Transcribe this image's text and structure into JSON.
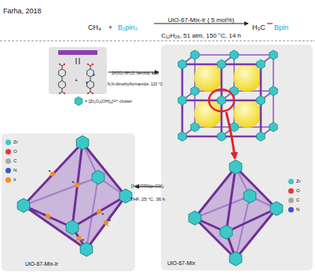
{
  "diagram": {
    "nodes": [
      {
        "text": [
          "UiO-67-Mix"
        ]
      },
      {
        "text": [
          "UiO-67-Mix-Ir"
        ]
      }
    ],
    "edges": [
      {
        "from": 0,
        "to": 1,
        "arrow": "to"
      }
    ],
    "labels": [
      "Farha, 2018",
      "CH₄",
      "+",
      "B₂pin₂",
      "UiO-67-Mix-Ir ( 5 mol%)",
      "C₁₂H₂₆, 51 atm, 150 °C, 14 h",
      "H₃C",
      "Bpin",
      "+",
      "ZrOCl₂·8H₂O, benzoic acid",
      "N,N-dimethylformamide, 120 °C",
      "[Ir(COD)(μ-Cl)]₂",
      "THF, 25 °C, 36 h"
    ],
    "legend": [
      {
        "text": "Zr",
        "color": "#3cc8c8"
      },
      {
        "text": "O",
        "color": "#e53935"
      },
      {
        "text": "C",
        "color": "#a8a8a8"
      },
      {
        "text": "N",
        "color": "#3a55d0"
      },
      {
        "text": "Zr",
        "color": "#3cc8c8"
      },
      {
        "text": "O",
        "color": "#e53935"
      },
      {
        "text": "C",
        "color": "#a8a8a8"
      },
      {
        "text": "N",
        "color": "#3a55d0"
      },
      {
        "text": "Ir",
        "color": "#f0901e"
      },
      {
        "text": "= [Zr₆O₄(OH)₄]¹²⁺ cluster"
      }
    ]
  }
}
